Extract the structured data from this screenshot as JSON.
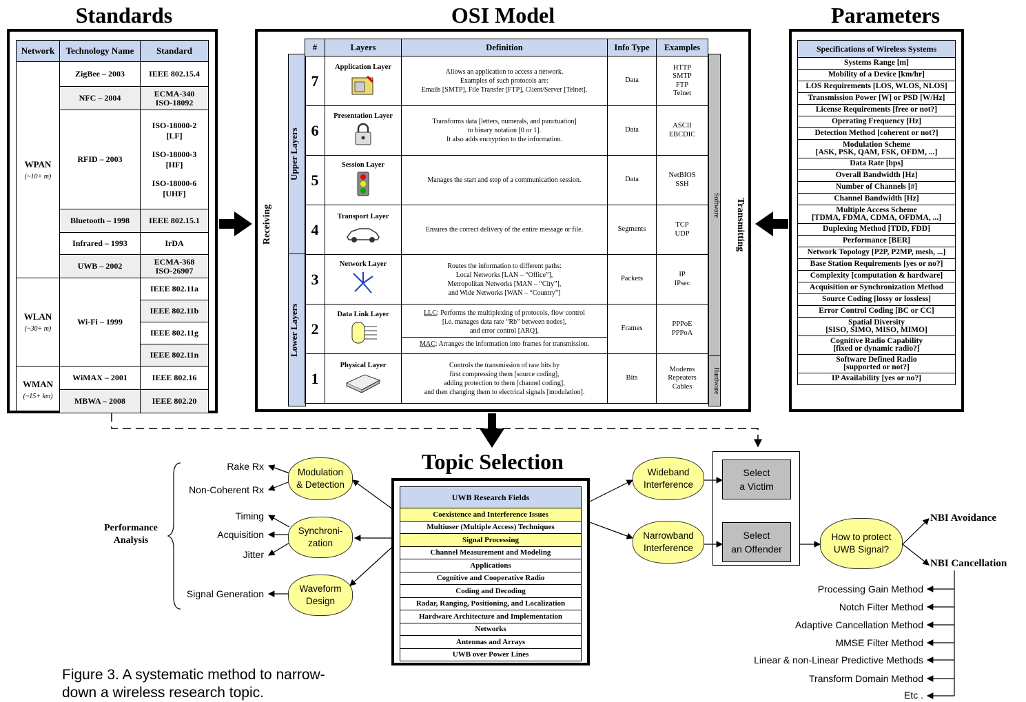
{
  "titles": {
    "standards": "Standards",
    "osi": "OSI Model",
    "parameters": "Parameters",
    "topic": "Topic Selection"
  },
  "standards": {
    "headers": [
      "Network",
      "Technology Name",
      "Standard"
    ],
    "wpan": {
      "name": "WPAN",
      "range": "(~10+ m)"
    },
    "wlan": {
      "name": "WLAN",
      "range": "(~30+ m)"
    },
    "wman": {
      "name": "WMAN",
      "range": "(~15+ km)"
    },
    "zigbee": "ZigBee – 2003",
    "zigbee_std": "IEEE 802.15.4",
    "nfc": "NFC – 2004",
    "nfc_std": "ECMA-340\nISO-18092",
    "rfid": "RFID – 2003",
    "rfid_std1": "ISO-18000-2\n[LF]",
    "rfid_std2": "ISO-18000-3\n[HF]",
    "rfid_std3": "ISO-18000-6\n[UHF]",
    "bt": "Bluetooth – 1998",
    "bt_std": "IEEE 802.15.1",
    "ir": "Infrared – 1993",
    "ir_std": "IrDA",
    "uwb": "UWB – 2002",
    "uwb_std": "ECMA-368\nISO-26907",
    "wifi": "Wi-Fi – 1999",
    "wifi_a": "IEEE 802.11a",
    "wifi_b": "IEEE 802.11b",
    "wifi_g": "IEEE 802.11g",
    "wifi_n": "IEEE 802.11n",
    "wimax": "WiMAX – 2001",
    "wimax_std": "IEEE 802.16",
    "mbwa": "MBWA – 2008",
    "mbwa_std": "IEEE 802.20"
  },
  "osi": {
    "headers": [
      "#",
      "Layers",
      "Definition",
      "Info Type",
      "Examples"
    ],
    "receiving": "Receiving",
    "transmitting": "Transmitting",
    "upper": "Upper Layers",
    "lower": "Lower Layers",
    "software": "Software",
    "hardware": "Hardware",
    "l7": {
      "num": "7",
      "name": "Application Layer",
      "def": "Allows an application to access a network.\nExamples of such protocols are:\nEmails [SMTP], File Transfer [FTP], Client/Server [Telnet].",
      "info": "Data",
      "ex": "HTTP\nSMTP\nFTP\nTelnet"
    },
    "l6": {
      "num": "6",
      "name": "Presentation Layer",
      "def": "Transforms data [letters, numerals, and punctuation]\nto binary notation [0 or 1].\nIt also adds encryption to the information.",
      "info": "Data",
      "ex": "ASCII\nEBCDIC"
    },
    "l5": {
      "num": "5",
      "name": "Session Layer",
      "def": "Manages the start and stop of a communication session.",
      "info": "Data",
      "ex": "NetBIOS\nSSH"
    },
    "l4": {
      "num": "4",
      "name": "Transport Layer",
      "def": "Ensures the correct delivery of the entire message or file.",
      "info": "Segments",
      "ex": "TCP\nUDP"
    },
    "l3": {
      "num": "3",
      "name": "Network Layer",
      "def": "Routes the information to different paths:\nLocal Networks [LAN – “Office”],\nMetropolitan Networks [MAN – “City”],\nand Wide Networks [WAN – “Country”]",
      "info": "Packets",
      "ex": "IP\nIPsec"
    },
    "l2": {
      "num": "2",
      "name": "Data Link Layer",
      "llc_tag": "LLC",
      "llc": ": Performs the multiplexing of protocols, flow control\n[i.e. manages data rate “Rb” between nodes],\nand error control [ARQ].",
      "mac_tag": "MAC",
      "mac": ": Arranges the information into frames for transmission.",
      "info": "Frames",
      "ex": "PPPoE\nPPPoA"
    },
    "l1": {
      "num": "1",
      "name": "Physical Layer",
      "def": "Controls the transmission of raw bits by\nfirst compressing them [source coding],\nadding protection to them [channel coding],\nand then changing them to electrical signals [modulation].",
      "info": "Bits",
      "ex": "Modems\nRepeaters\nCables"
    }
  },
  "params": {
    "header": "Specifications of Wireless Systems",
    "items": [
      "Systems Range [m]",
      "Mobility of a Device [km/hr]",
      "LOS Requirements [LOS, WLOS, NLOS]",
      "Transmission Power [W] or PSD [W/Hz]",
      "License Requirements [free or not?]",
      "Operating Frequency [Hz]",
      "Detection Method [coherent or not?]",
      "Modulation Scheme\n[ASK, PSK, QAM, FSK, OFDM, ...]",
      "Data Rate [bps]",
      "Overall Bandwidth [Hz]",
      "Number of Channels [#]",
      "Channel Bandwidth [Hz]",
      "Multiple Access Scheme\n[TDMA, FDMA, CDMA, OFDMA, ...]",
      "Duplexing Method [TDD, FDD]",
      "Performance [BER]",
      "Network Topology [P2P, P2MP, mesh, ...]",
      "Base Station Requirements [yes or no?]",
      "Complexity [computation & hardware]",
      "Acquisition or Synchronization Method",
      "Source Coding [lossy or lossless]",
      "Error Control Coding [BC or CC]",
      "Spatial Diversity\n[SISO, SIMO, MISO, MIMO]",
      "Cognitive Radio Capability\n[fixed or dynamic radio?]",
      "Software Defined Radio\n[supported or not?]",
      "IP Availability [yes or no?]"
    ]
  },
  "topic": {
    "header": "UWB Research Fields",
    "items": [
      "Coexistence and Interference Issues",
      "Multiuser (Multiple Access) Techniques",
      "Signal Processing",
      "Channel Measurement and Modeling",
      "Applications",
      "Cognitive and Cooperative Radio",
      "Coding and Decoding",
      "Radar, Ranging, Positioning, and Localization",
      "Hardware Architecture and Implementation",
      "Networks",
      "Antennas and Arrays",
      "UWB over Power Lines"
    ]
  },
  "analysis": {
    "perf": "Performance\nAnalysis",
    "mod": "Modulation\n& Detection",
    "sync": "Synchroni-\nzation",
    "wave": "Waveform\nDesign",
    "rake": "Rake Rx",
    "noncoh": "Non-Coherent Rx",
    "timing": "Timing",
    "acq": "Acquisition",
    "jitter": "Jitter",
    "siggen": "Signal Generation"
  },
  "interference": {
    "wide": "Wideband\nInterference",
    "narrow": "Narrowband\nInterference",
    "victim": "Select\na Victim",
    "offender": "Select\nan Offender",
    "protect": "How to protect\nUWB Signal?",
    "avoid": "NBI Avoidance",
    "cancel": "NBI Cancellation",
    "methods": [
      "Processing Gain Method",
      "Notch Filter Method",
      "Adaptive Cancellation Method",
      "MMSE Filter Method",
      "Linear & non-Linear Predictive Methods",
      "Transform Domain Method",
      "Etc ."
    ]
  },
  "caption": "Figure 3. A systematic method to narrow-\ndown a wireless research topic."
}
